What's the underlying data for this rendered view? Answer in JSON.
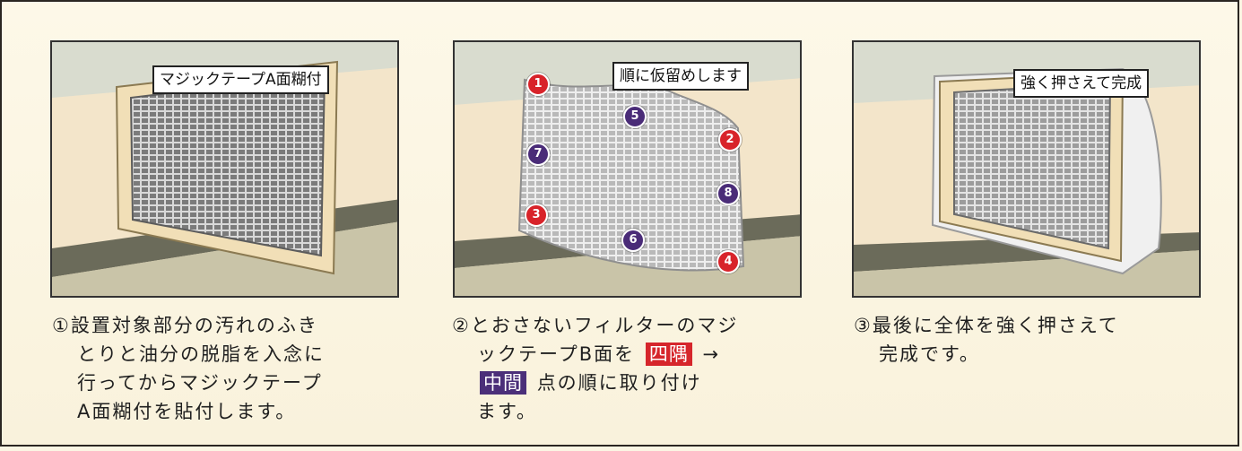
{
  "steps": [
    {
      "callout": "マジックテープA面糊付",
      "caption_lines": [
        "①設置対象部分の汚れのふき",
        "とりと油分の脱脂を入念に",
        "行ってからマジックテープ",
        "A面糊付を貼付します。"
      ]
    },
    {
      "callout": "順に仮留めします",
      "caption_line1": "②とおさないフィルターのマジ",
      "caption_line2_before": "ックテープB面を",
      "tag_corners": "四隅",
      "arrow": "→",
      "tag_middle": "中間",
      "caption_line3_after": "点の順に取り付け",
      "caption_line4": "ます。",
      "badges": [
        "1",
        "2",
        "3",
        "4",
        "5",
        "6",
        "7",
        "8"
      ]
    },
    {
      "callout": "強く押さえて完成",
      "caption_lines": [
        "③最後に全体を強く押さえて",
        "完成です。"
      ]
    }
  ],
  "colors": {
    "corner_badge": "#d8232a",
    "middle_badge": "#4a2c78"
  }
}
